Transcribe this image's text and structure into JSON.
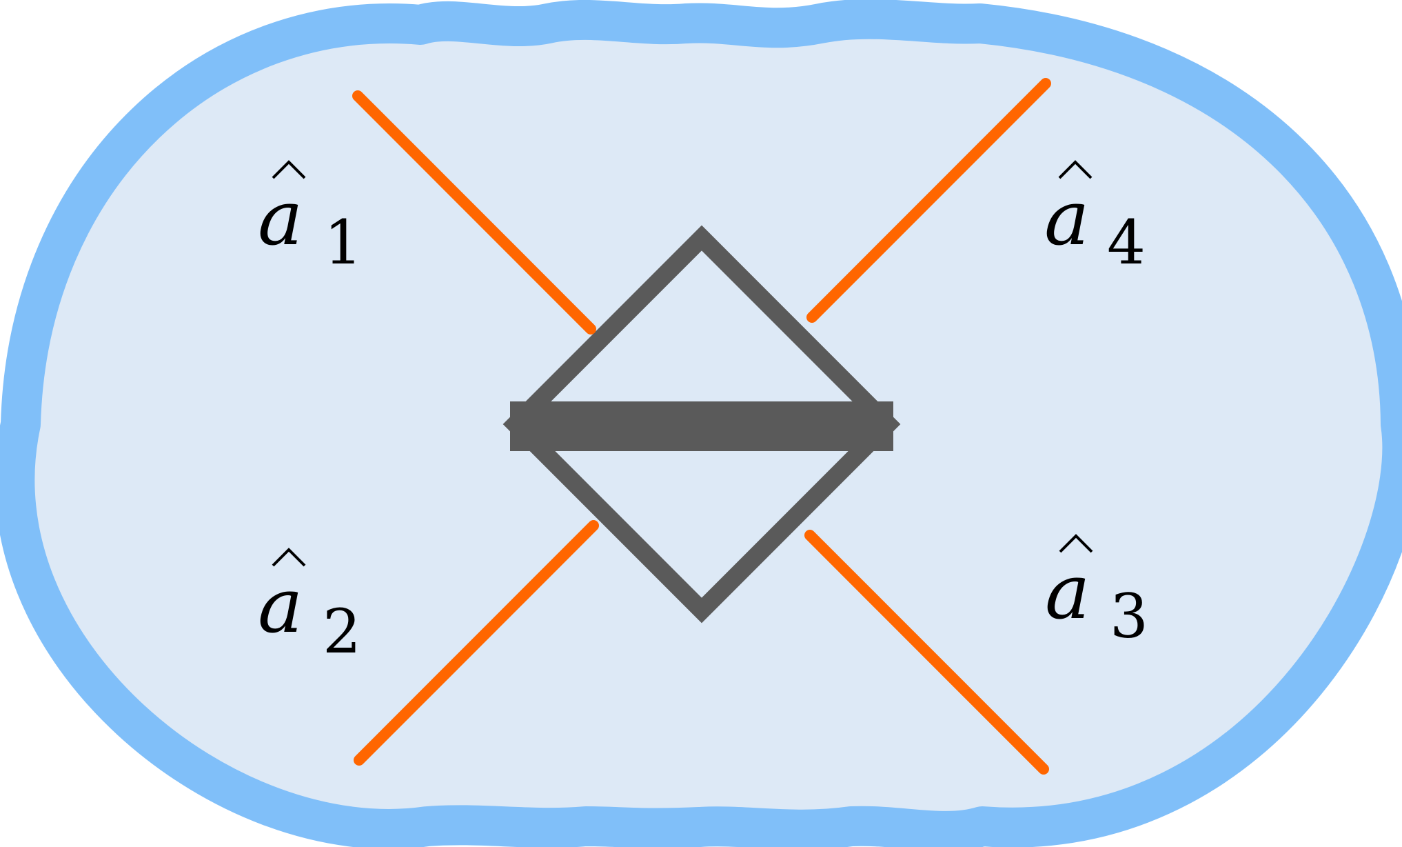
{
  "diagram": {
    "colors": {
      "blob_fill": "#dde9f6",
      "blob_border": "#80bff9",
      "beam_splitter": "#5a5a5a",
      "arrows": "#ff6600",
      "text": "#000000"
    },
    "beam_splitter": {
      "icon": "beam-splitter-icon"
    },
    "modes": [
      {
        "id": "a1",
        "base": "a",
        "subscript": "1",
        "direction": "input"
      },
      {
        "id": "a2",
        "base": "a",
        "subscript": "2",
        "direction": "input"
      },
      {
        "id": "a3",
        "base": "a",
        "subscript": "3",
        "direction": "output"
      },
      {
        "id": "a4",
        "base": "a",
        "subscript": "4",
        "direction": "output"
      }
    ]
  }
}
